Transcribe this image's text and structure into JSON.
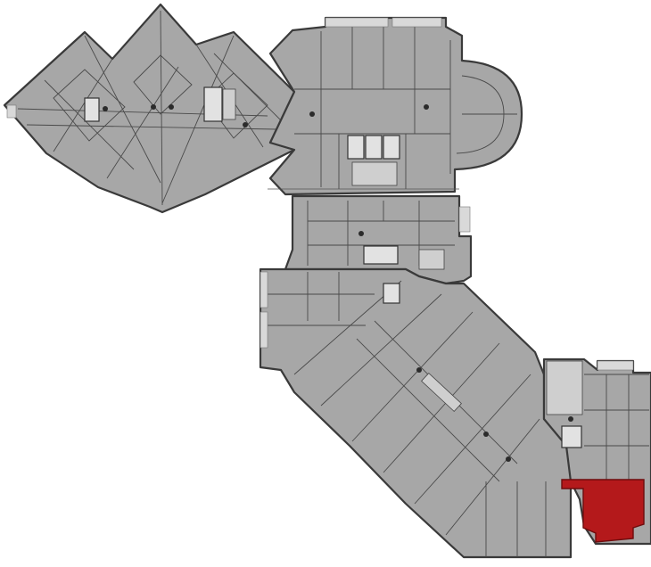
{
  "floor_plan": {
    "colors": {
      "apartment_fill": "#a7a7a7",
      "wall_stroke": "#3a3a3a",
      "background": "#ffffff",
      "selected_unit": "#b4191b"
    },
    "sections": [
      "diamond-wing",
      "rotunda-section",
      "middle-section",
      "diagonal-wing",
      "south-east-section"
    ],
    "selected_unit": {
      "highlighted": true
    }
  }
}
